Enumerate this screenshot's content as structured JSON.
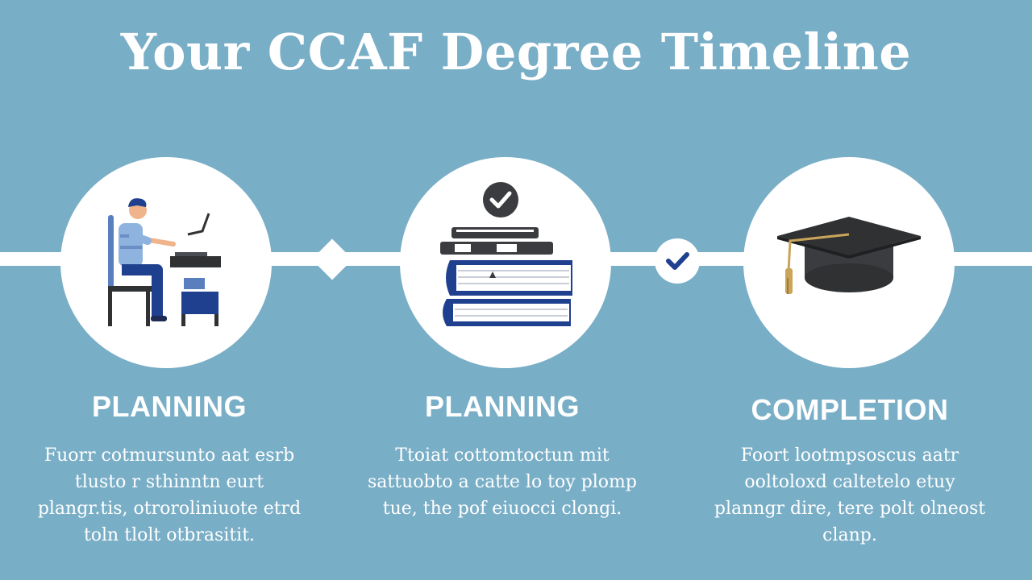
{
  "title": "Your CCAF Degree Timeline",
  "colors": {
    "background": "#79aec7",
    "white": "#ffffff",
    "navy": "#1f3f8f",
    "dark": "#2f3133"
  },
  "steps": [
    {
      "icon": "person-at-laptop-icon",
      "heading": "PLANNING",
      "text": "Fuorr cotmursunto aat esrb tlusto r sthinntn eurt plangr.tis, otroroliniuote etrd toln tlolt otbrasitit."
    },
    {
      "icon": "book-stack-icon",
      "heading": "PLANNING",
      "text": "Ttoiat cottomtoctun mit sattuobto a catte lo toy plomp tue, the pof eiuocci clongi."
    },
    {
      "icon": "graduation-cap-icon",
      "heading": "COMPLETION",
      "text": "Foort lootmpsoscus aatr ooltoloxd caltetelo etuy planngr dire, tere polt olneost clanp."
    }
  ],
  "connectors": [
    "diamond-marker",
    "checkmark-marker"
  ]
}
